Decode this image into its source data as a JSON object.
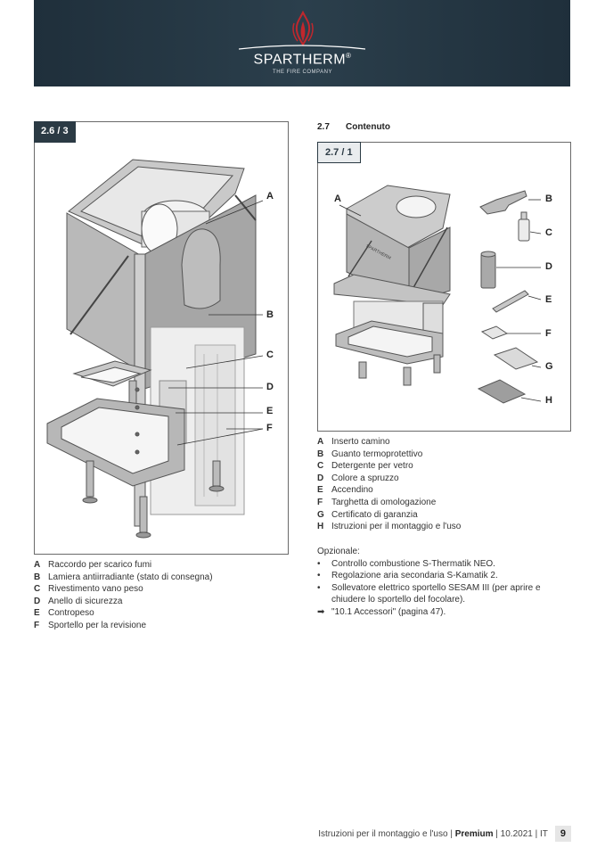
{
  "header": {
    "brand": "SPARTHERM",
    "registered": "®",
    "tagline": "THE FIRE COMPANY"
  },
  "figure_left": {
    "tag": "2.6 / 3",
    "callouts": [
      "A",
      "B",
      "C",
      "D",
      "E",
      "F"
    ]
  },
  "section": {
    "number": "2.7",
    "title": "Contenuto"
  },
  "figure_right": {
    "tag": "2.7 / 1",
    "callouts": [
      "A",
      "B",
      "C",
      "D",
      "E",
      "F",
      "G",
      "H"
    ],
    "stove_badge": "SPARTHERM"
  },
  "legend_left": [
    {
      "key": "A",
      "text": "Raccordo per scarico fumi"
    },
    {
      "key": "B",
      "text": "Lamiera antiirradiante (stato di consegna)"
    },
    {
      "key": "C",
      "text": "Rivestimento vano peso"
    },
    {
      "key": "D",
      "text": "Anello di sicurezza"
    },
    {
      "key": "E",
      "text": "Contropeso"
    },
    {
      "key": "F",
      "text": "Sportello per la revisione"
    }
  ],
  "legend_right": [
    {
      "key": "A",
      "text": "Inserto camino"
    },
    {
      "key": "B",
      "text": "Guanto termoprotettivo"
    },
    {
      "key": "C",
      "text": "Detergente per vetro"
    },
    {
      "key": "D",
      "text": "Colore a spruzzo"
    },
    {
      "key": "E",
      "text": "Accendino"
    },
    {
      "key": "F",
      "text": "Targhetta di omologazione"
    },
    {
      "key": "G",
      "text": "Certificato di garanzia"
    },
    {
      "key": "H",
      "text": "Istruzioni per il montaggio e l'uso"
    }
  ],
  "optional": {
    "heading": "Opzionale:",
    "items": [
      {
        "bullet": "•",
        "text": "Controllo combustione S-Thermatik NEO."
      },
      {
        "bullet": "•",
        "text": "Regolazione aria secondaria S-Kamatik 2."
      },
      {
        "bullet": "•",
        "text": "Sollevatore elettrico sportello SESAM III (per aprire e chiudere lo sportello del focolare)."
      },
      {
        "bullet": "➡",
        "text": "\"10.1 Accessori\" (pagina 47)."
      }
    ]
  },
  "footer": {
    "doc": "Istruzioni per il montaggio e l'uso",
    "product": "Premium",
    "date": "10.2021",
    "lang": "IT",
    "page": "9"
  },
  "colors": {
    "header_bg": "#2b3f4c",
    "tag_dark": "#2b3a44",
    "flame_red": "#c0272d"
  }
}
